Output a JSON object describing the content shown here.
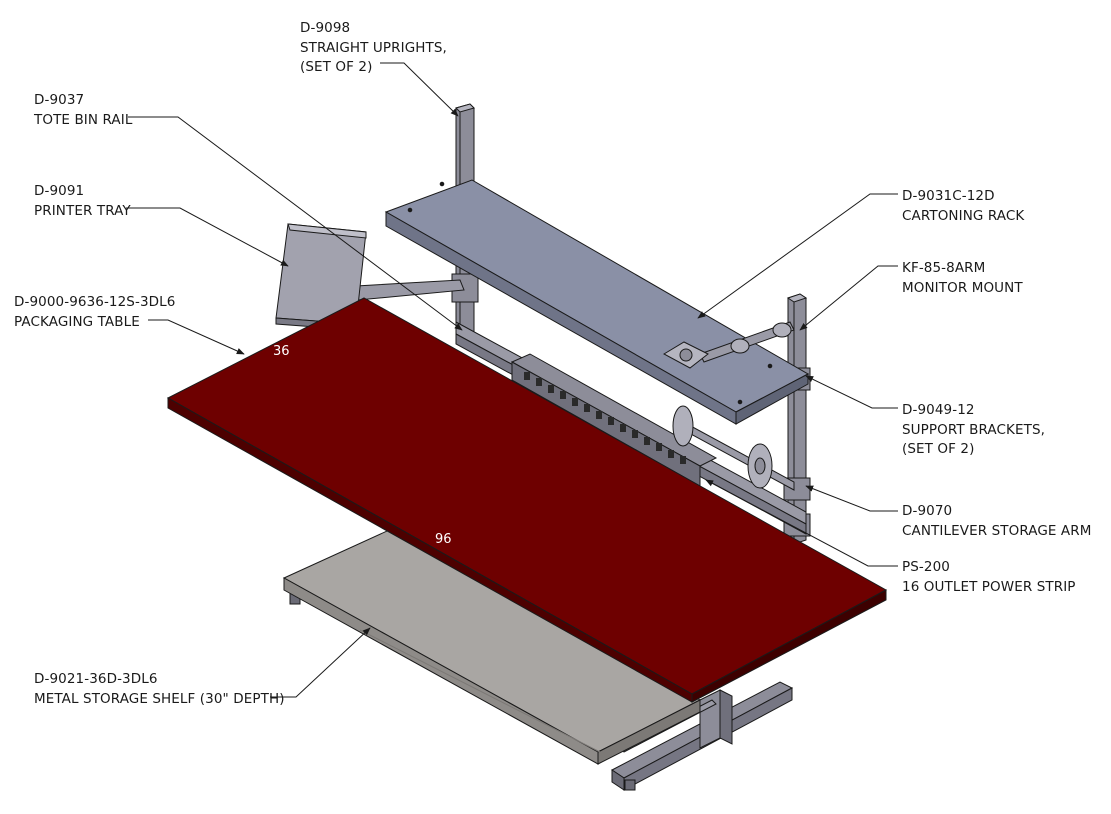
{
  "colors": {
    "table_top": "#6e0000",
    "table_edge": "#4d0000",
    "frame_steel": "#8d8d99",
    "shelf_gray": "#a9a6a3",
    "rack_blue_gray": "#8a90a6",
    "outline": "#1a1a1a"
  },
  "callouts": [
    {
      "id": "straight-uprights",
      "lines": [
        "D-9098",
        "STRAIGHT UPRIGHTS,",
        "(SET OF 2)"
      ]
    },
    {
      "id": "tote-bin-rail",
      "lines": [
        "D-9037",
        "TOTE BIN RAIL"
      ]
    },
    {
      "id": "printer-tray",
      "lines": [
        "D-9091",
        "PRINTER TRAY"
      ]
    },
    {
      "id": "packaging-table",
      "lines": [
        "D-9000-9636-12S-3DL6",
        "PACKAGING TABLE"
      ]
    },
    {
      "id": "cartoning-rack",
      "lines": [
        "D-9031C-12D",
        "CARTONING RACK"
      ]
    },
    {
      "id": "monitor-mount",
      "lines": [
        "KF-85-8ARM",
        "MONITOR MOUNT"
      ]
    },
    {
      "id": "support-brackets",
      "lines": [
        "D-9049-12",
        "SUPPORT BRACKETS,",
        "(SET OF 2)"
      ]
    },
    {
      "id": "cantilever-storage-arm",
      "lines": [
        "D-9070",
        "CANTILEVER STORAGE ARM"
      ]
    },
    {
      "id": "power-strip",
      "lines": [
        "PS-200",
        "16 OUTLET POWER STRIP"
      ]
    },
    {
      "id": "metal-storage-shelf",
      "lines": [
        "D-9021-36D-3DL6",
        "METAL STORAGE SHELF (30\" DEPTH)"
      ]
    }
  ],
  "dimensions": {
    "depth": "36",
    "length": "96"
  }
}
